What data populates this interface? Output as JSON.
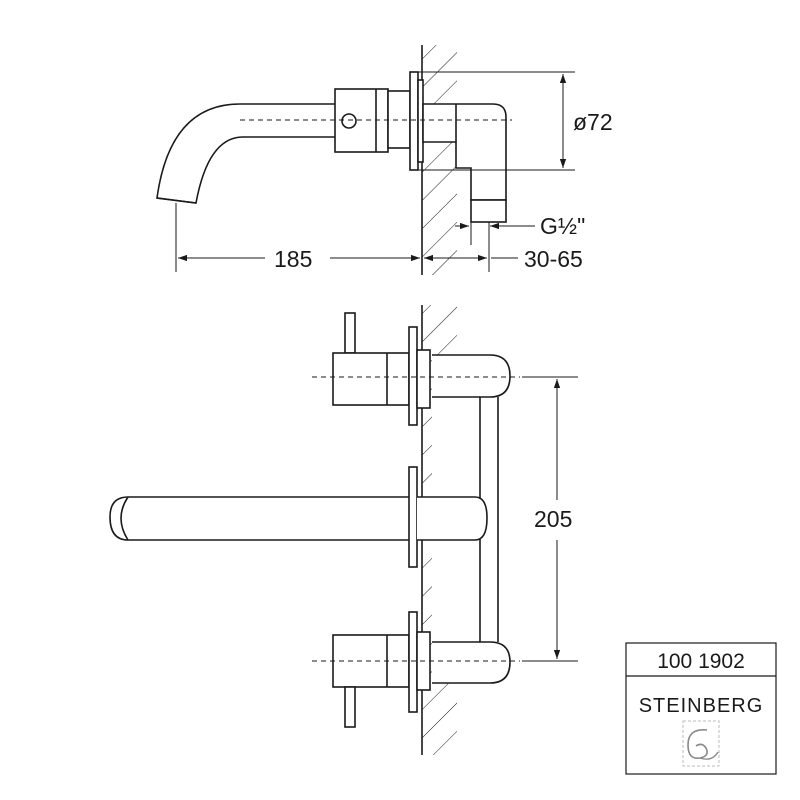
{
  "dimensions": {
    "diameter": "ø72",
    "thread": "G½\"",
    "spout_length": "185",
    "wall_depth": "30-65",
    "handle_spacing": "205"
  },
  "product_box": {
    "article_number": "100 1902",
    "brand": "STEINBERG",
    "logo_icon": "steinberg-swirl-logo"
  }
}
